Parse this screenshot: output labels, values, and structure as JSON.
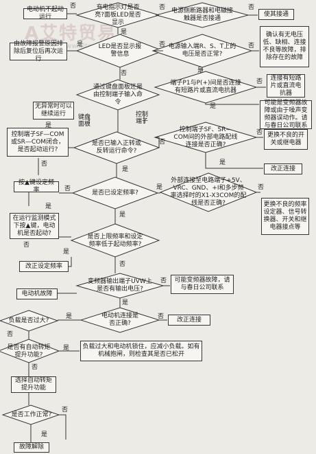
{
  "watermark": {
    "text": "A艾特贸易",
    "url": "www.aitechina.com"
  },
  "nodes": {
    "n_start": "电动机不起动运行",
    "d_charge": "充电指示灯是否亮?面板LED是否显示",
    "d_breaker": "电源侧断路器和电磁接触器是否接通",
    "n_connect": "使其接通",
    "n_fault_display": "由故障报警原因排除后复位后再次运行",
    "d_led": "LED是否显示报警信息",
    "d_rst": "电源输入端R、S、T上的电压是否正常?",
    "n_confirm": "确认有无电压低、缺相、连接不良等故障，排除存在的故障",
    "d_p1": "端子P1与P(+)间是否连接有短路片或直流电抗器",
    "n_short": "连接有短路片或直流电抗器",
    "d_cmd": "通过键盘面板还是由控制端子输入命令",
    "n_inverter_fault": "可能是变频器故障或由于噪声变频器误动作。请与春日公司联系",
    "n_abnormal": "无异常时可以继续运行",
    "d_fwd": "是否已输入正转或反转运行命令?",
    "n_keyboard": "键盘面板",
    "n_terminal": "控制端子",
    "n_ctrl_sf": "控制端子SF—COM或SR—COM闭合，是否起动运行?",
    "d_ext_sf": "控制端子SF、SR—COM间的外部电路配线连接是否正确?",
    "n_replace_switch": "更换不良的开关或继电器",
    "n_fix_conn": "改正连接",
    "n_press_up": "按▲键设定频率",
    "d_freq_set": "是否已设定频率?",
    "d_ext_freq": "外部连接至电路端子+5V、VRC、GND、+I和多步频率选择时的X1-X3COM的配线是否正确?",
    "n_monitor": "在运行监测模式下按▲键，电动机是否起动?",
    "n_replace_bad": "更换不良的频率设定器、信号转换器、开关和继电器接点等",
    "d_upper": "是否上限频率和设定频率低于起动频率?",
    "n_change_freq": "改正设定频率",
    "d_uvw": "变频器输出端子UVW上是否有输出电压?",
    "n_contact": "可能变频器故障，请与春日公司联系",
    "n_motor_fault": "电动机故障",
    "d_motor_conn": "电动机连接是否正确?",
    "n_fix_conn2": "改正连接",
    "d_load": "负载是否过大?",
    "d_torque": "是否有自动转矩提升功能?",
    "n_overload": "负载过大和电动机锁住，应减小负载。如有机械抱闸，则检查其是否已松开",
    "n_select_torque": "选择自动转矩提升功能",
    "d_normal": "是否工作正常?",
    "n_end": "故障解除"
  },
  "edge_labels": {
    "yes": "是",
    "no": "否"
  }
}
